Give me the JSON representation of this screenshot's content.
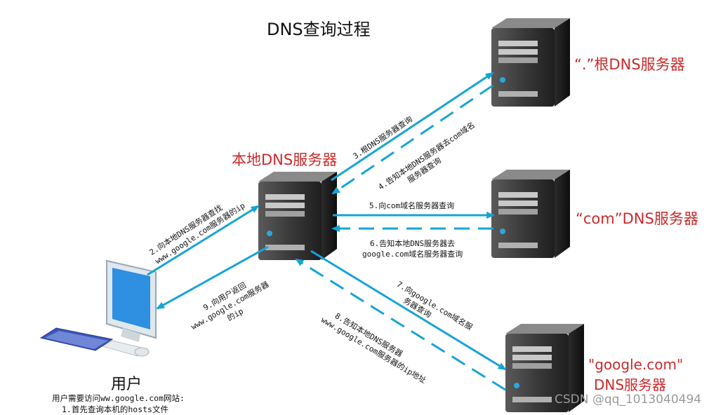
{
  "title": "DNS查询过程",
  "nodes": {
    "root_label": "“.”根DNS服务器",
    "local_label": "本地DNS服务器",
    "com_label": "“com”DNS服务器",
    "google_label_1": "\"google.com\"",
    "google_label_2": "DNS服务器",
    "user_label": "用户"
  },
  "user_note": [
    "用户需要访问ww.google.com网站:",
    "1.首先查询本机的hosts文件"
  ],
  "steps": {
    "s2": [
      "2.向本地DNS服务器查找",
      "www.google.com服务器的ip"
    ],
    "s3": "3.根DNS服务器查询",
    "s4": [
      "4.告知本地DNS服务器去com域名",
      "服务器查询"
    ],
    "s5": "5.向com域名服务器查询",
    "s6": [
      "6.告知本地DNS服务器去",
      "google.com域名服务器查询"
    ],
    "s7": [
      "7.向google.com域名服",
      "务器查询"
    ],
    "s8": [
      "8.告知本地DNS服务器",
      "www.google.com服务器的ip地址"
    ],
    "s9": [
      "9.向用户返回",
      "www.google.com服务器",
      "的ip"
    ]
  },
  "colors": {
    "arrow": "#16a4d6",
    "red_label": "#cc2a2a"
  },
  "watermark": "CSDN @qq_1013040494"
}
